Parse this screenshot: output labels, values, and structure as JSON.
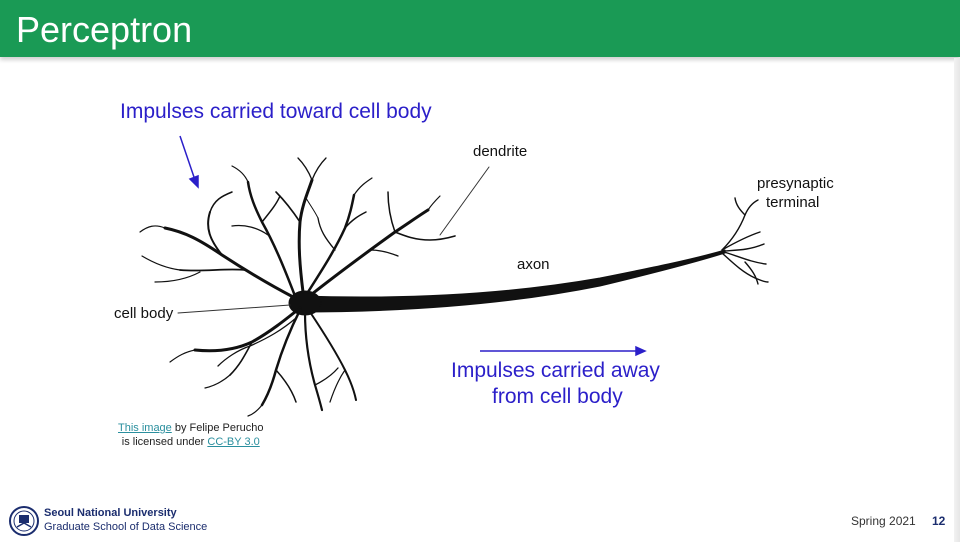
{
  "slide": {
    "title": "Perceptron",
    "page_number": "12",
    "term": "Spring 2021"
  },
  "diagram": {
    "label_impulses_toward": "Impulses carried toward cell body",
    "label_dendrite": "dendrite",
    "label_presynaptic_line1": "presynaptic",
    "label_presynaptic_line2": "terminal",
    "label_axon": "axon",
    "label_cell_body": "cell body",
    "label_impulses_away_line1": "Impulses carried away",
    "label_impulses_away_line2": "from cell body"
  },
  "credit": {
    "link_text": "This image",
    "author_text": " by Felipe Perucho",
    "license_prefix": "is licensed under ",
    "license_link": "CC-BY 3.0"
  },
  "footer": {
    "university": "Seoul National University",
    "school": "Graduate School of Data Science"
  },
  "colors": {
    "title_bar": "#1a9a55",
    "annotation_blue": "#2b1fc9",
    "link_teal": "#2a8f9e",
    "university_navy": "#1b2d6e"
  }
}
